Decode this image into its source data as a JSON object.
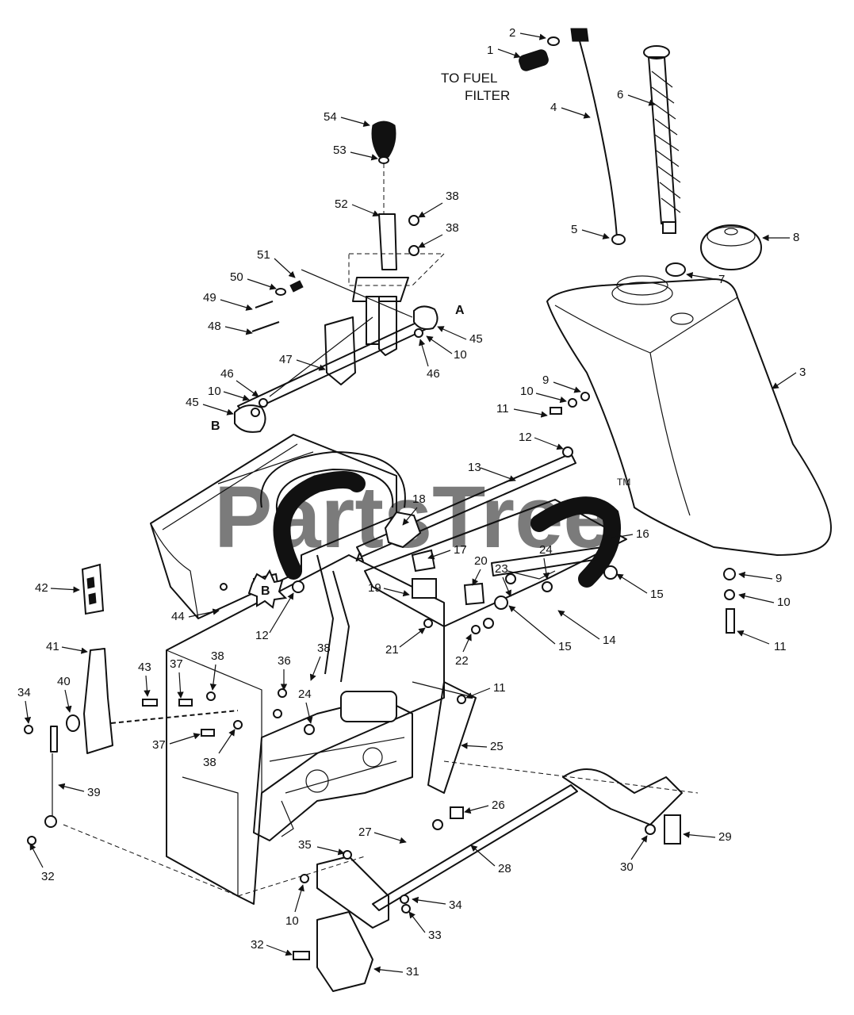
{
  "callouts": [
    {
      "n": "1"
    },
    {
      "n": "2"
    },
    {
      "n": "3"
    },
    {
      "n": "4"
    },
    {
      "n": "5"
    },
    {
      "n": "6"
    },
    {
      "n": "7"
    },
    {
      "n": "8"
    },
    {
      "n": "9"
    },
    {
      "n": "10"
    },
    {
      "n": "11"
    },
    {
      "n": "12"
    },
    {
      "n": "13"
    },
    {
      "n": "14"
    },
    {
      "n": "15"
    },
    {
      "n": "16"
    },
    {
      "n": "17"
    },
    {
      "n": "18"
    },
    {
      "n": "19"
    },
    {
      "n": "20"
    },
    {
      "n": "21"
    },
    {
      "n": "22"
    },
    {
      "n": "23"
    },
    {
      "n": "24"
    },
    {
      "n": "25"
    },
    {
      "n": "26"
    },
    {
      "n": "27"
    },
    {
      "n": "28"
    },
    {
      "n": "29"
    },
    {
      "n": "30"
    },
    {
      "n": "31"
    },
    {
      "n": "32"
    },
    {
      "n": "33"
    },
    {
      "n": "34"
    },
    {
      "n": "35"
    },
    {
      "n": "36"
    },
    {
      "n": "37"
    },
    {
      "n": "38"
    },
    {
      "n": "39"
    },
    {
      "n": "40"
    },
    {
      "n": "41"
    },
    {
      "n": "42"
    },
    {
      "n": "43"
    },
    {
      "n": "44"
    },
    {
      "n": "45"
    },
    {
      "n": "46"
    },
    {
      "n": "47"
    },
    {
      "n": "48"
    },
    {
      "n": "49"
    },
    {
      "n": "50"
    },
    {
      "n": "51"
    },
    {
      "n": "52"
    },
    {
      "n": "53"
    },
    {
      "n": "54"
    }
  ],
  "letters": {
    "a": "A",
    "b": "B"
  },
  "fuel_note": {
    "line1": "TO FUEL",
    "line2": "FILTER"
  },
  "watermark": {
    "text": "PartsTree",
    "tm": "TM"
  }
}
